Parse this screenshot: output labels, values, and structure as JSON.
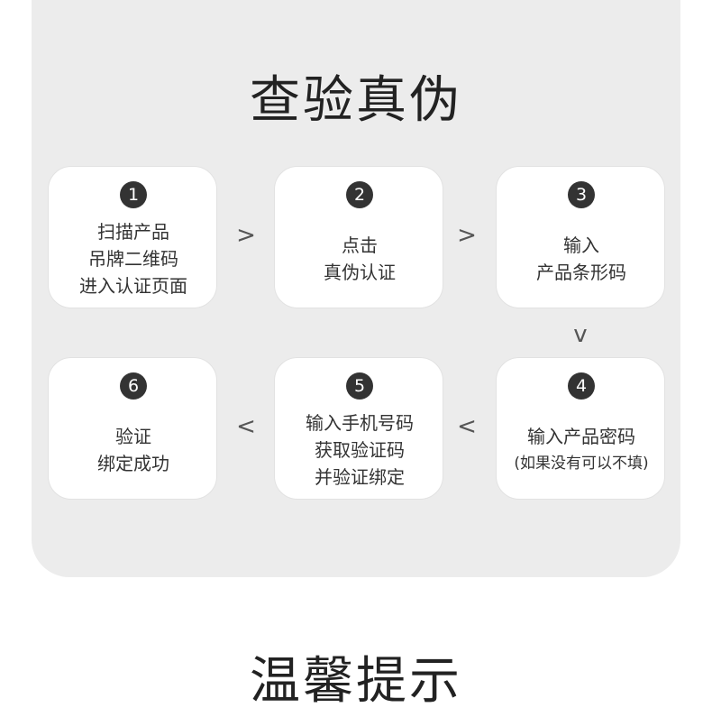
{
  "header": {
    "title": "查验真伪"
  },
  "steps": [
    {
      "num": "1",
      "lines": [
        "扫描产品",
        "吊牌二维码",
        "进入认证页面"
      ]
    },
    {
      "num": "2",
      "lines": [
        "点击",
        "真伪认证"
      ]
    },
    {
      "num": "3",
      "lines": [
        "输入",
        "产品条形码"
      ]
    },
    {
      "num": "4",
      "lines": [
        "输入产品密码",
        "(如果没有可以不填)"
      ]
    },
    {
      "num": "5",
      "lines": [
        "输入手机号码",
        "获取验证码",
        "并验证绑定"
      ]
    },
    {
      "num": "6",
      "lines": [
        "验证",
        "绑定成功"
      ]
    }
  ],
  "arrows": {
    "right": ">",
    "down": "v",
    "left": "<"
  },
  "footer": {
    "title": "温馨提示"
  }
}
